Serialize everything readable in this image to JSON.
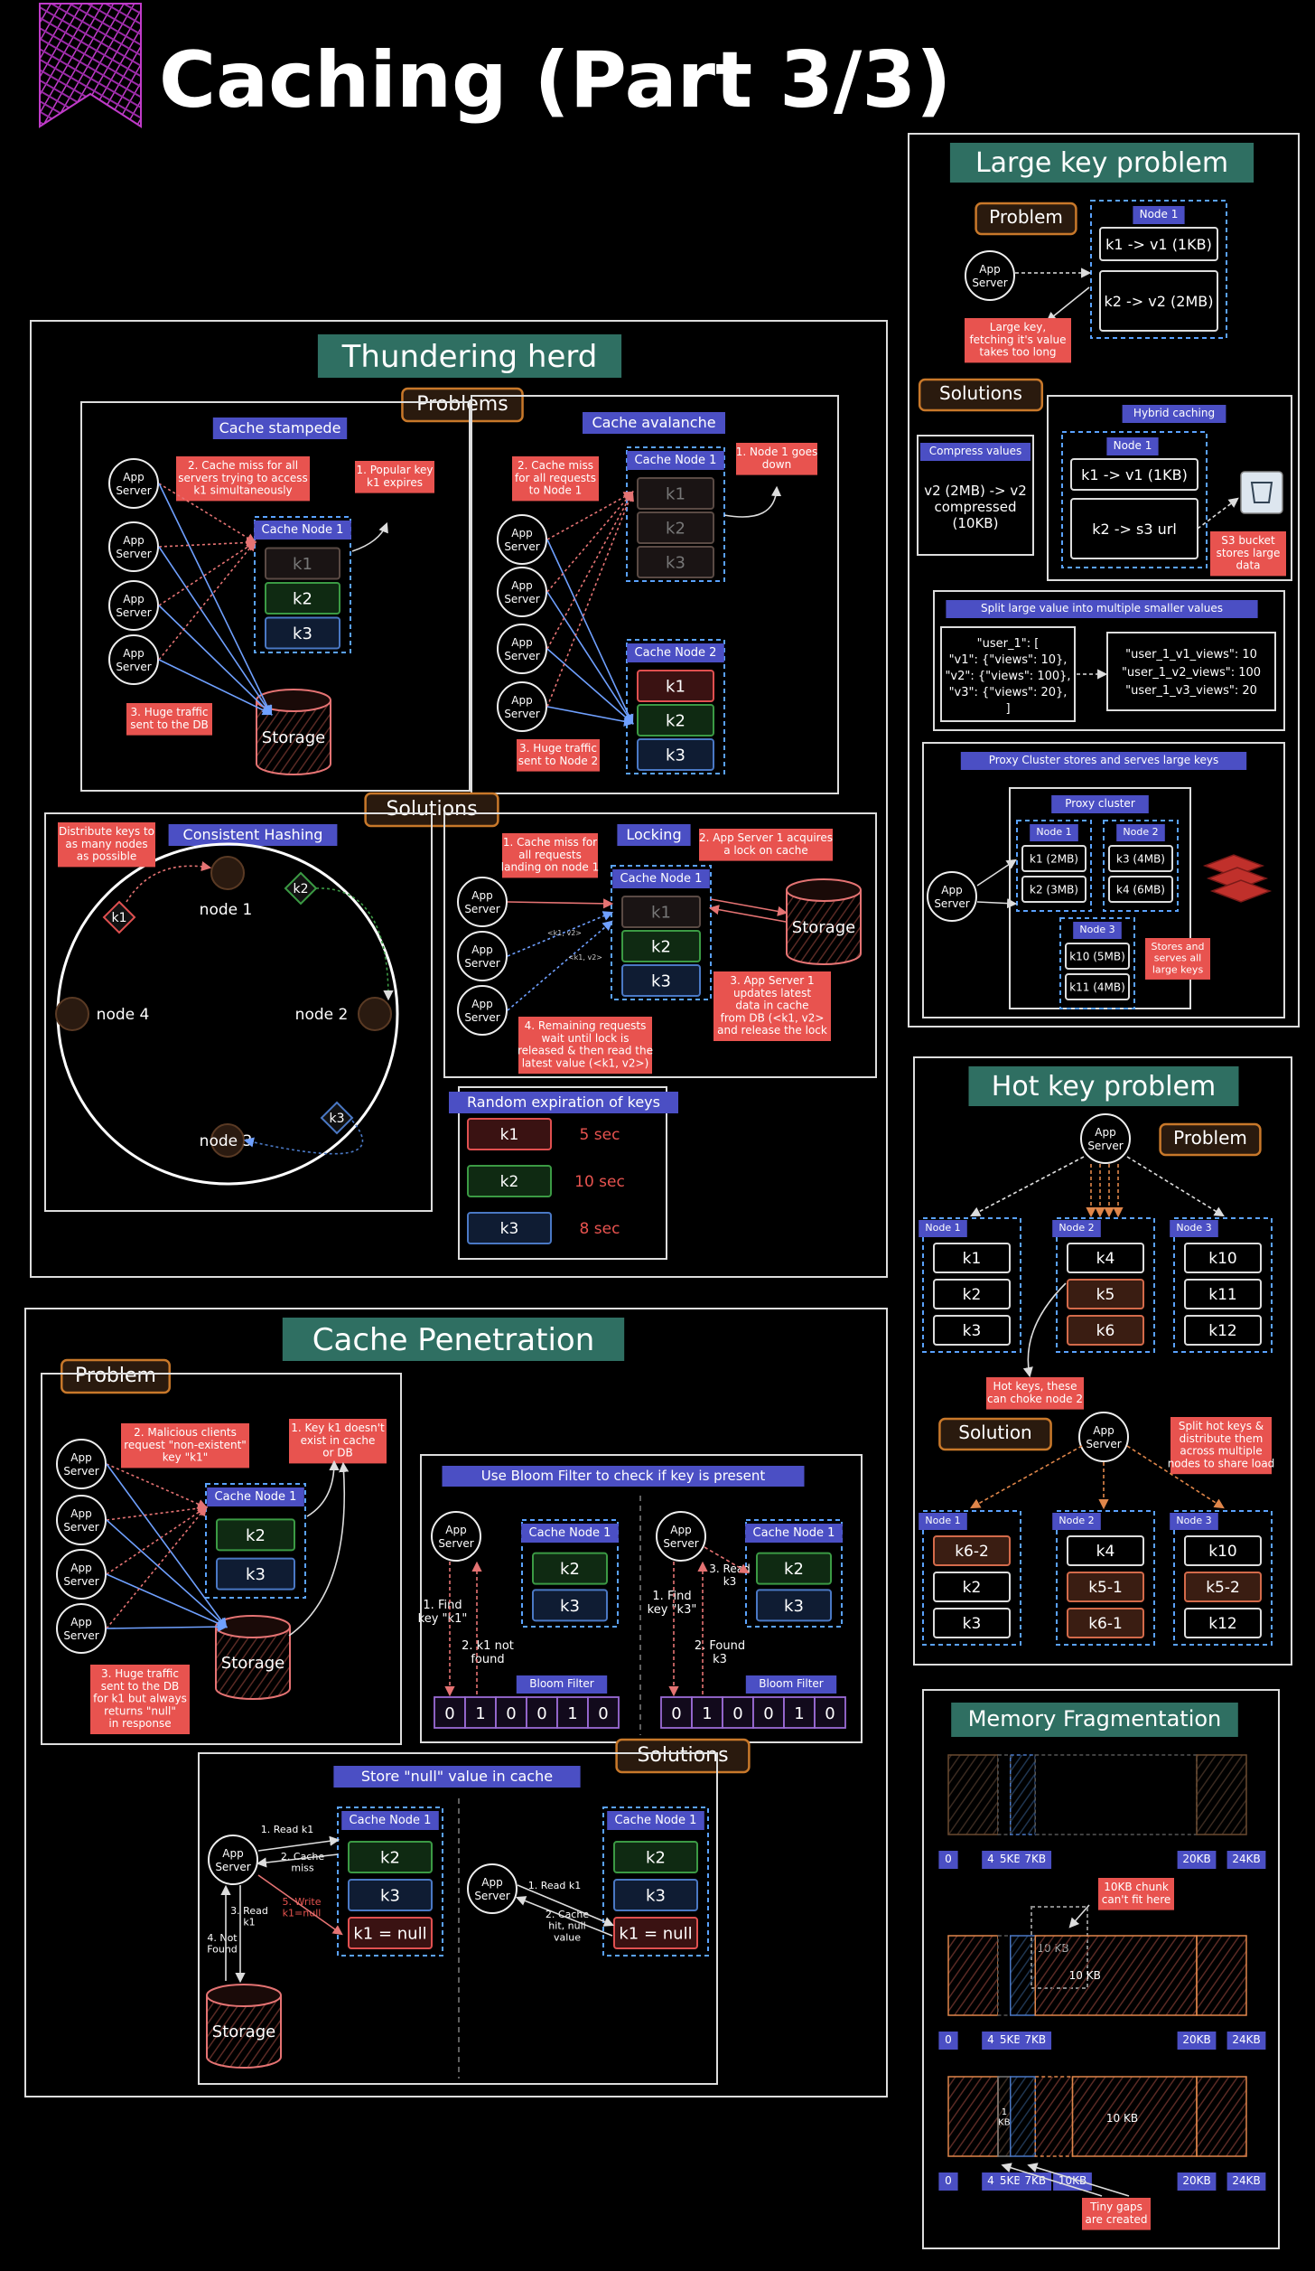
{
  "page": {
    "title": "Caching (Part 3/3)"
  },
  "colors": {
    "background": "#000000",
    "teal": "#2f6f62",
    "blue_label": "#4b4fc4",
    "red_note": "#ef5350",
    "orange_box": "#b8641b",
    "green_box": "#2f8c3a",
    "blue_box": "#3e6fb5",
    "dashed_blue": "#5aa2ff"
  },
  "common": {
    "app_server": [
      "App",
      "Server"
    ],
    "storage": "Storage",
    "cache_node_1": "Cache Node 1",
    "cache_node_2": "Cache Node 2",
    "bloom_filter": "Bloom Filter",
    "bits": [
      "0",
      "1",
      "0",
      "0",
      "1",
      "0"
    ]
  },
  "thundering": {
    "title": "Thundering herd",
    "problems": "Problems",
    "solutions": "Solutions",
    "stampede": {
      "title": "Cache stampede",
      "note1": [
        "1. Popular key",
        "k1 expires"
      ],
      "note2": [
        "2. Cache miss for all",
        "servers trying to access",
        "k1 simultaneously"
      ],
      "note3": [
        "3. Huge traffic",
        "sent to the DB"
      ],
      "keys": [
        "k1",
        "k2",
        "k3"
      ]
    },
    "avalanche": {
      "title": "Cache avalanche",
      "note1": [
        "1. Node 1 goes",
        "down"
      ],
      "note2": [
        "2. Cache miss",
        "for all requests",
        "to Node 1"
      ],
      "note3": [
        "3. Huge traffic",
        "sent to Node 2"
      ],
      "keys": [
        "k1",
        "k2",
        "k3"
      ]
    },
    "consistent": {
      "title": "Consistent Hashing",
      "note": [
        "Distribute keys to",
        "as many nodes",
        "as possible"
      ],
      "nodes": [
        "node 1",
        "node 2",
        "node 3",
        "node 4"
      ],
      "keys": [
        "k1",
        "k2",
        "k3"
      ]
    },
    "locking": {
      "title": "Locking",
      "note1": [
        "1. Cache miss for",
        "all requests",
        "landing on node 1"
      ],
      "note2": [
        "2. App Server 1 acquires",
        "a lock on cache"
      ],
      "note3": [
        "3. App Server 1",
        "updates latest",
        "data in cache",
        "from DB (<k1, v2>",
        "and release the lock"
      ],
      "note4": [
        "4. Remaining requests",
        "wait until lock is",
        "released & then read the",
        "latest value (<k1, v2>)"
      ],
      "edge_label": "<k1, v2>",
      "keys": [
        "k1",
        "k2",
        "k3"
      ]
    },
    "random": {
      "title": "Random expiration of keys",
      "rows": [
        {
          "key": "k1",
          "ttl": "5 sec"
        },
        {
          "key": "k2",
          "ttl": "10 sec"
        },
        {
          "key": "k3",
          "ttl": "8 sec"
        }
      ]
    }
  },
  "penetration": {
    "title": "Cache Penetration",
    "problem": "Problem",
    "solutions": "Solutions",
    "note1": [
      "1. Key k1 doesn't",
      "exist in cache",
      "or DB"
    ],
    "note2": [
      "2. Malicious clients",
      "request \"non-existent\"",
      "key \"k1\""
    ],
    "note3": [
      "3. Huge traffic",
      "sent to the DB",
      "for k1 but always",
      "returns \"null\"",
      "in response"
    ],
    "keys": [
      "k2",
      "k3"
    ],
    "bloom": {
      "title": "Use Bloom Filter to check if key is present",
      "left_find": [
        "1. Find",
        "key \"k1\""
      ],
      "left_nf": [
        "2. k1 not",
        "found"
      ],
      "right_find": [
        "1. Find",
        "key \"k3\""
      ],
      "right_found": [
        "2. Found",
        "k3"
      ],
      "right_read": [
        "3. Read",
        "k3"
      ]
    },
    "store_null": {
      "title": "Store \"null\" value in cache",
      "read_k1": "1. Read k1",
      "miss": [
        "2. Cache",
        "miss"
      ],
      "read_k1_3": [
        "3. Read",
        "k1"
      ],
      "not_found": [
        "4. Not",
        "Found"
      ],
      "write": [
        "5. Write",
        "k1=null"
      ],
      "hit": [
        "2. Cache",
        "hit, null",
        "value"
      ],
      "null_key": "k1 = null"
    }
  },
  "large_key": {
    "title": "Large key problem",
    "problem": "Problem",
    "solutions": "Solutions",
    "node1": "Node 1",
    "entry1": "k1 -> v1 (1KB)",
    "entry2": "k2 -> v2 (2MB)",
    "note": [
      "Large key,",
      "fetching it's value",
      "takes too long"
    ],
    "compress": {
      "title": "Compress values",
      "text": [
        "v2 (2MB) -> v2",
        "compressed",
        "(10KB)"
      ]
    },
    "hybrid": {
      "title": "Hybrid caching",
      "entry1": "k1 -> v1 (1KB)",
      "entry2": "k2 -> s3 url",
      "note": [
        "S3 bucket",
        "stores large",
        "data"
      ]
    },
    "split": {
      "title": "Split large value into multiple smaller values",
      "left": [
        "\"user_1\": [",
        "\"v1\": {\"views\": 10},",
        "\"v2\": {\"views\": 100},",
        "\"v3\": {\"views\": 20},",
        "]"
      ],
      "right": [
        "\"user_1_v1_views\": 10",
        "\"user_1_v2_views\": 100",
        "\"user_1_v3_views\": 20"
      ]
    },
    "proxy": {
      "title": "Proxy Cluster stores and serves large keys",
      "cluster": "Proxy cluster",
      "node1": "Node 1",
      "node2": "Node 2",
      "node3": "Node 3",
      "n1": [
        "k1 (2MB)",
        "k2 (3MB)"
      ],
      "n2": [
        "k3 (4MB)",
        "k4 (6MB)"
      ],
      "n3": [
        "k10 (5MB)",
        "k11 (4MB)"
      ],
      "note": [
        "Stores and",
        "serves all",
        "large keys"
      ]
    }
  },
  "hot_key": {
    "title": "Hot key problem",
    "problem": "Problem",
    "solution": "Solution",
    "nodes": [
      "Node 1",
      "Node 2",
      "Node 3"
    ],
    "top": [
      [
        "k1",
        "k2",
        "k3"
      ],
      [
        "k4",
        "k5",
        "k6"
      ],
      [
        "k10",
        "k11",
        "k12"
      ]
    ],
    "bottom": [
      [
        "k6-2",
        "k2",
        "k3"
      ],
      [
        "k4",
        "k5-1",
        "k6-1"
      ],
      [
        "k10",
        "k5-2",
        "k12"
      ]
    ],
    "note1": [
      "Hot keys, these",
      "can choke node 2"
    ],
    "note2": [
      "Split hot keys &",
      "distribute them",
      "across multiple",
      "nodes to share load"
    ]
  },
  "memory": {
    "title": "Memory Fragmentation",
    "ticks1": [
      "0",
      "4KB",
      "5KB",
      "7KB",
      "20KB",
      "24KB"
    ],
    "ticks2": [
      "0",
      "4KB",
      "5KB",
      "7KB",
      "20KB",
      "24KB"
    ],
    "ticks3": [
      "0",
      "4KB",
      "5KB",
      "7KB",
      "10KB",
      "20KB",
      "24KB"
    ],
    "note1": [
      "10KB chunk",
      "can't fit here"
    ],
    "chunk": "10 KB",
    "chunk_ghost": "10 KB",
    "chunk3": "10 KB",
    "one_kb": [
      "1",
      "KB"
    ],
    "note2": [
      "Tiny gaps",
      "are created"
    ]
  }
}
